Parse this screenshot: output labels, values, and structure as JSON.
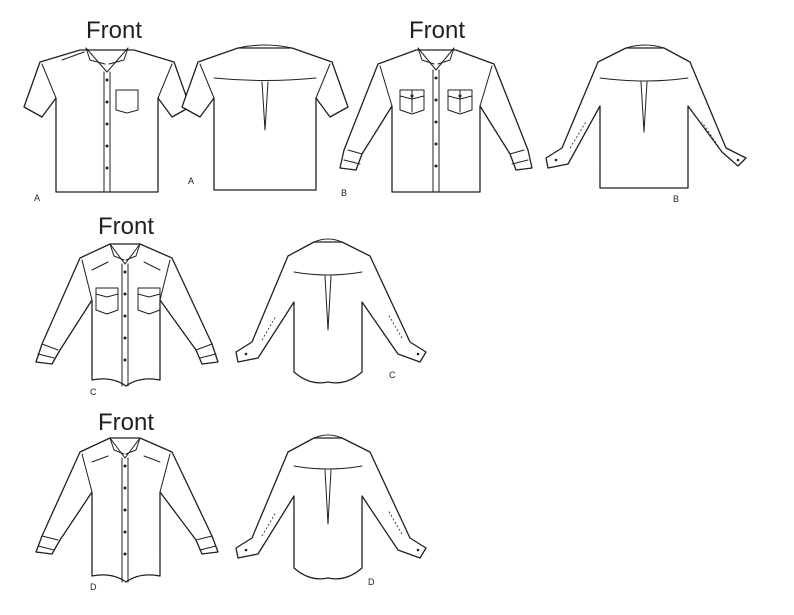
{
  "views": [
    {
      "heading": "Front",
      "front_letter": "A",
      "back_letter": "A"
    },
    {
      "heading": "Front",
      "front_letter": "B",
      "back_letter": "B"
    },
    {
      "heading": "Front",
      "front_letter": "C",
      "back_letter": "C"
    },
    {
      "heading": "Front",
      "front_letter": "D",
      "back_letter": "D"
    }
  ],
  "colors": {
    "line": "#231f20",
    "paper": "#ffffff"
  }
}
